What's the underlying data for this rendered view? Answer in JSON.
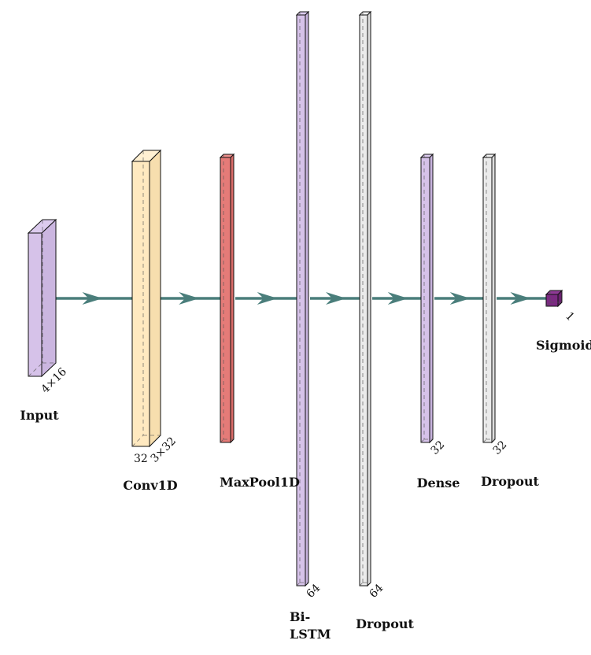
{
  "title": "CNN-BiLSTM network architecture",
  "arrow_color": "#4a7e7b",
  "layers": [
    {
      "id": "input",
      "name": "Input",
      "label_lines": [
        "Input"
      ],
      "dim_text": "4×16",
      "color": "#d6c2e9",
      "side_color": "#cbb6e0",
      "top_color": "#dccbee"
    },
    {
      "id": "conv1d",
      "name": "Conv1D",
      "label_lines": [
        "Conv1D"
      ],
      "dim_text": "3×32",
      "extra_dim_text": "32",
      "color": "#ffe9c0",
      "side_color": "#f7deae",
      "top_color": "#fff0d2"
    },
    {
      "id": "maxpool1d",
      "name": "MaxPool1D",
      "label_lines": [
        "MaxPool1D"
      ],
      "dim_text": "",
      "color": "#e57b78",
      "side_color": "#d96b68",
      "top_color": "#ec8f8c"
    },
    {
      "id": "bilstm",
      "name": "Bi-LSTM",
      "label_lines": [
        "Bi-",
        "LSTM"
      ],
      "dim_text": "64",
      "color": "#d6c2e9",
      "side_color": "#c6b2dc",
      "top_color": "#dccbee"
    },
    {
      "id": "dropout1",
      "name": "Dropout",
      "label_lines": [
        "Dropout"
      ],
      "dim_text": "64",
      "color": "#ebebeb",
      "side_color": "#dddddd",
      "top_color": "#f2f2f2"
    },
    {
      "id": "dense",
      "name": "Dense",
      "label_lines": [
        "Dense"
      ],
      "dim_text": "32",
      "color": "#d6c2e9",
      "side_color": "#c6b2dc",
      "top_color": "#dccbee"
    },
    {
      "id": "dropout2",
      "name": "Dropout",
      "label_lines": [
        "Dropout"
      ],
      "dim_text": "32",
      "color": "#ebebeb",
      "side_color": "#dddddd",
      "top_color": "#f2f2f2"
    },
    {
      "id": "sigmoid",
      "name": "Sigmoid",
      "label_lines": [
        "Sigmoid"
      ],
      "dim_text": "1",
      "color": "#7b2a82",
      "side_color": "#6a2270",
      "top_color": "#8f3a96"
    }
  ]
}
